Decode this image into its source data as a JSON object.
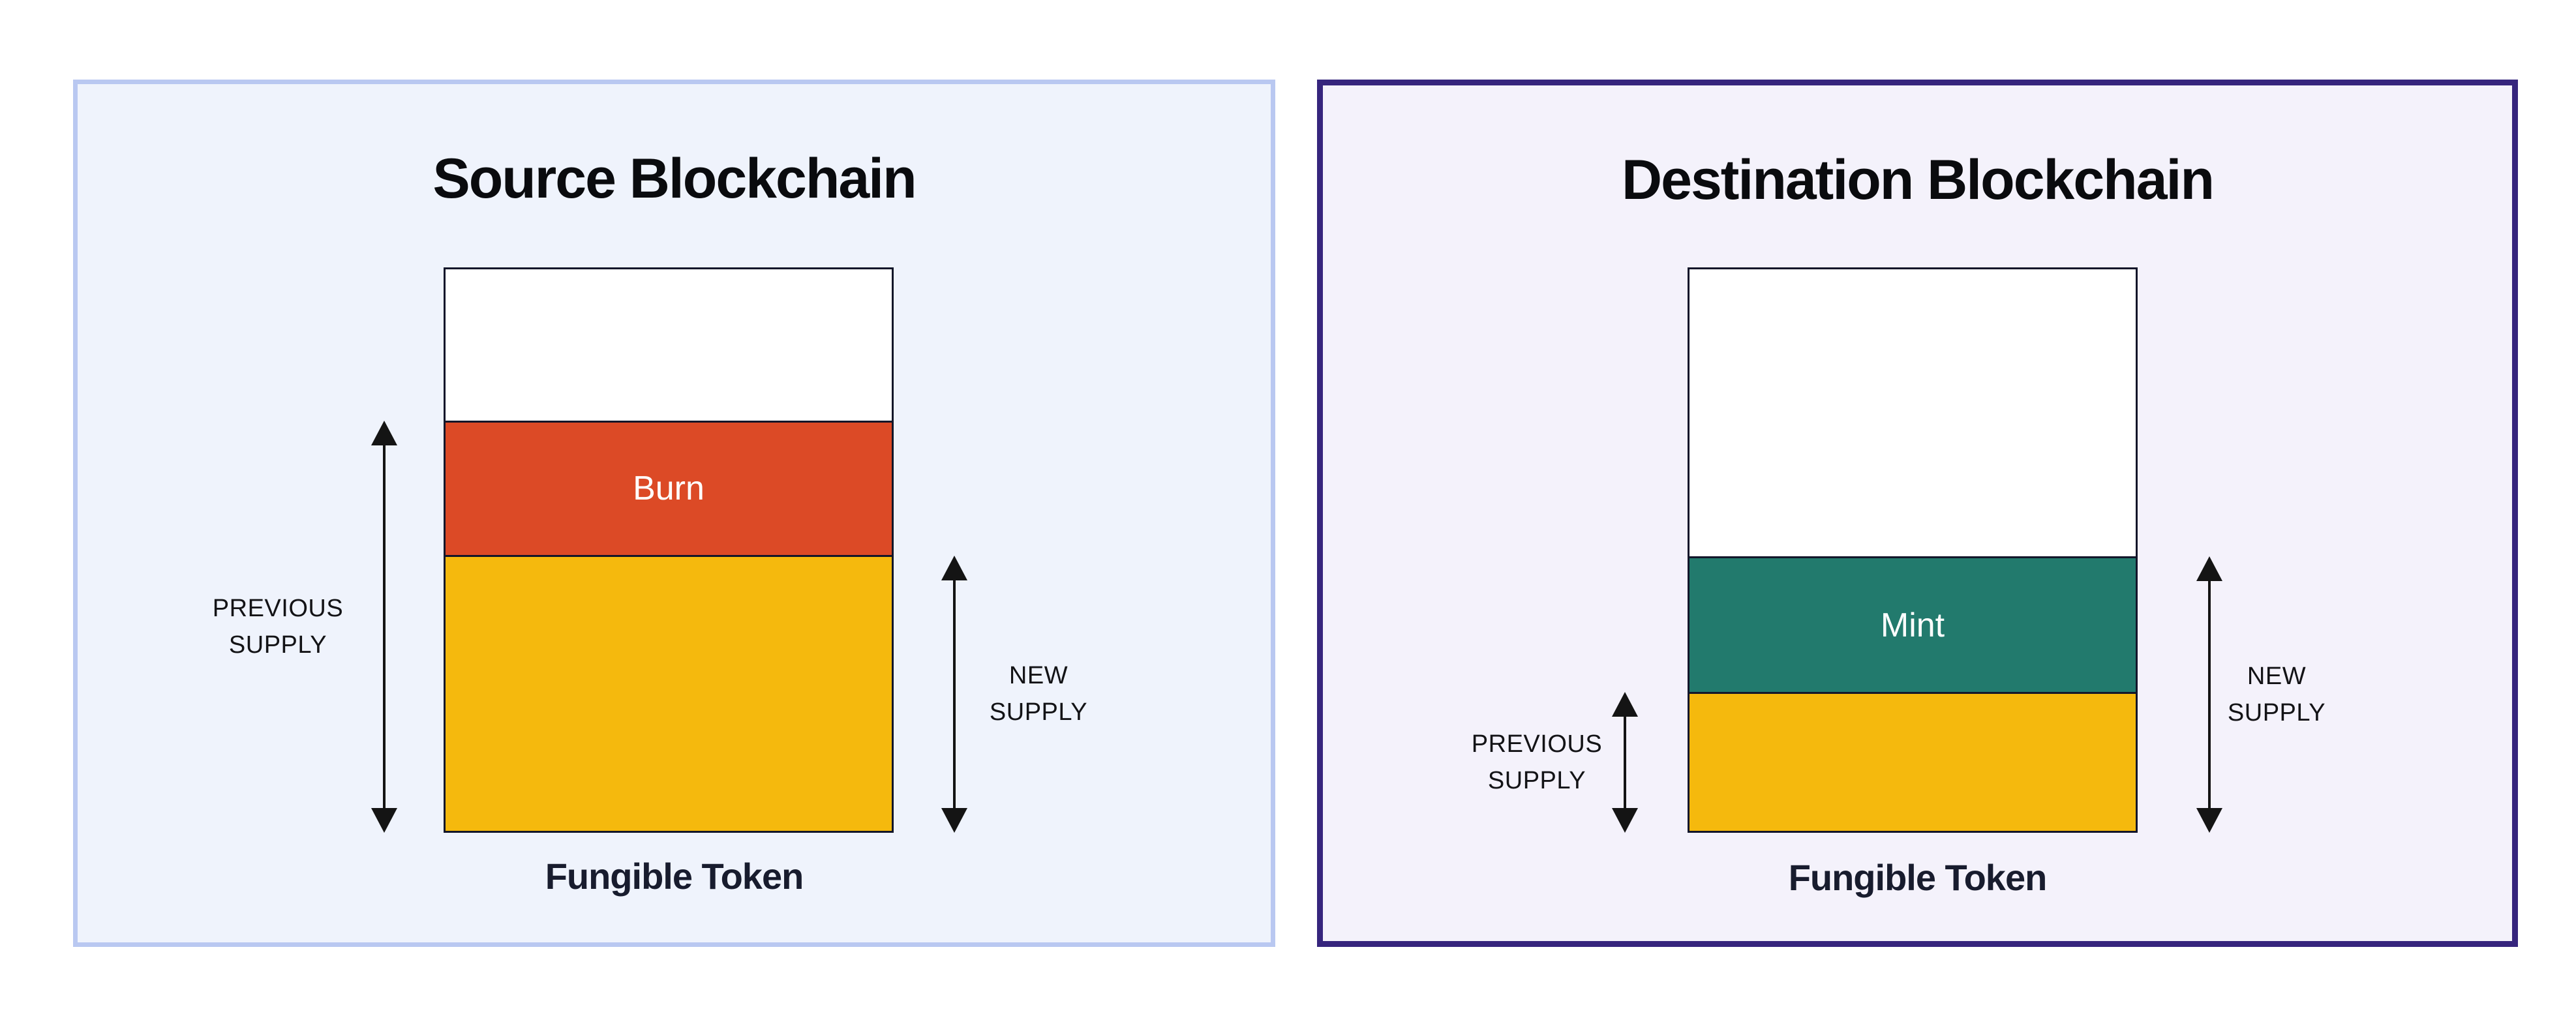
{
  "page": {
    "background": "#ffffff"
  },
  "panels": [
    {
      "title": "Source Blockchain",
      "caption": "Fungible Token",
      "theme": {
        "background": "#eff3fc",
        "border": "#b9c8f1"
      },
      "bar": {
        "outline": "#12162a",
        "segments": [
          {
            "name": "headroom",
            "label": "",
            "color": "#ffffff",
            "height": "26.9%"
          },
          {
            "name": "burn",
            "label": "Burn",
            "color": "#dc4a26",
            "height": "24.0%"
          },
          {
            "name": "remaining-supply",
            "label": "",
            "color": "#f5b90d",
            "height": "49.1%"
          }
        ]
      },
      "annotations": {
        "previous": "PREVIOUS SUPPLY",
        "new": "NEW SUPPLY"
      }
    },
    {
      "title": "Destination Blockchain",
      "caption": "Fungible Token",
      "theme": {
        "background": "#f4f2fb",
        "border": "#36257d"
      },
      "bar": {
        "outline": "#12162a",
        "segments": [
          {
            "name": "headroom",
            "label": "",
            "color": "#ffffff",
            "height": "51.1%"
          },
          {
            "name": "mint",
            "label": "Mint",
            "color": "#227a6d",
            "height": "24.2%"
          },
          {
            "name": "previous-supply",
            "label": "",
            "color": "#f5b90d",
            "height": "24.7%"
          }
        ]
      },
      "annotations": {
        "previous": "PREVIOUS SUPPLY",
        "new": "NEW SUPPLY"
      }
    }
  ]
}
